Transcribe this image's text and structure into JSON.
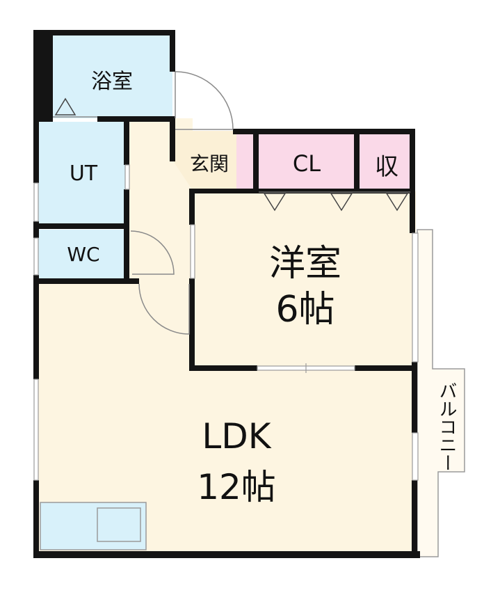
{
  "rooms": {
    "bath": "浴室",
    "utility": "UT",
    "toilet": "WC",
    "entrance": "玄関",
    "closet": "CL",
    "storage": "収",
    "western_room": "洋室",
    "western_room_size": "6帖",
    "ldk": "LDK",
    "ldk_size": "12帖",
    "balcony": "バルコニー"
  },
  "colors": {
    "wall": "#141414",
    "wet_area": "#d8f1fa",
    "living": "#fdf5e1",
    "entrance": "#fbf0d6",
    "storage": "#fad9e8",
    "balcony": "#fffaf0",
    "window": "#c8c8c8"
  }
}
